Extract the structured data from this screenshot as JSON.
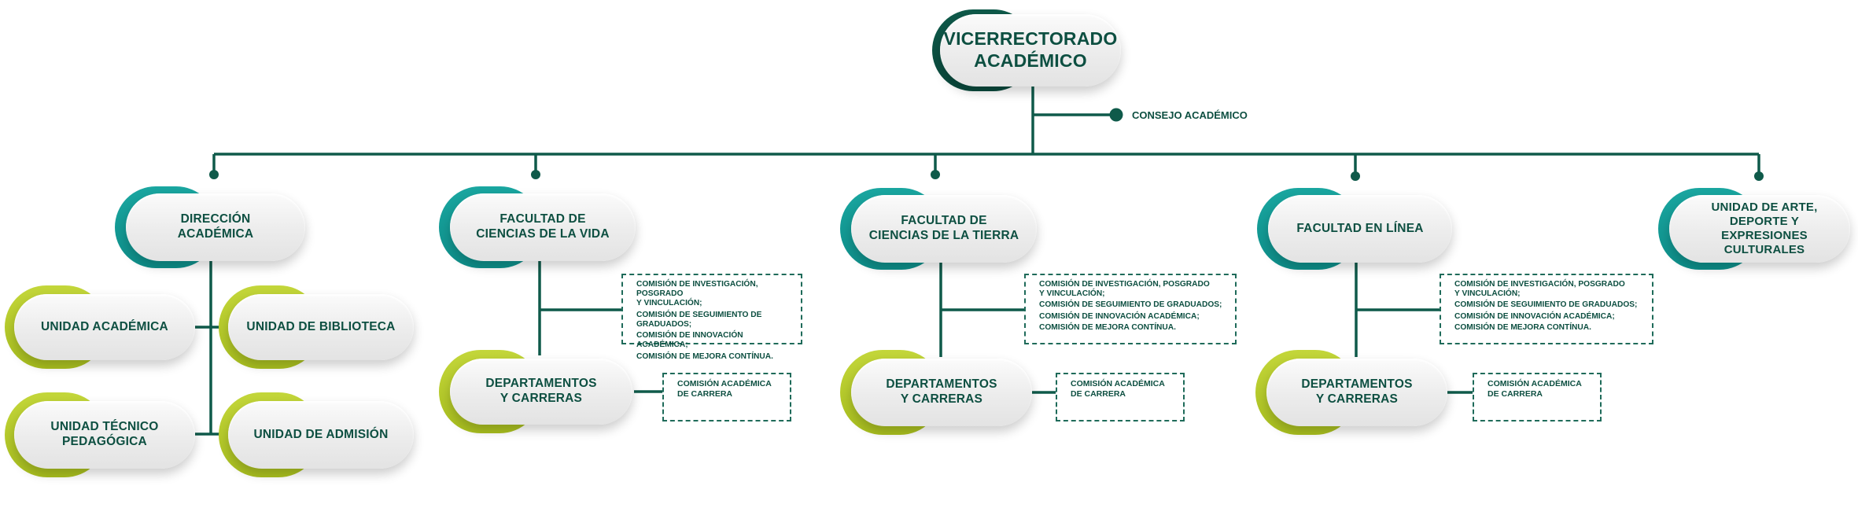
{
  "colors": {
    "line": "#0f5a4a",
    "ring_dark": "#0f5a4a",
    "ring_teal": "#1aa6a0",
    "ring_lime": "#b7cc2b",
    "text": "#0d4f41"
  },
  "top": {
    "title": "VICERRECTORADO\nACADÉMICO",
    "consejo": "CONSEJO ACADÉMICO"
  },
  "branches": {
    "direccion": {
      "title": "DIRECCIÓN\nACADÉMICA",
      "units": {
        "academica": "UNIDAD ACADÉMICA",
        "biblioteca": "UNIDAD DE BIBLIOTECA",
        "tecnico": "UNIDAD TÉCNICO\nPEDAGÓGICA",
        "admision": "UNIDAD DE ADMISIÓN"
      }
    },
    "vida": {
      "title": "FACULTAD DE\nCIENCIAS DE LA VIDA",
      "commissions": [
        "COMISIÓN DE INVESTIGACIÓN, POSGRADO\nY VINCULACIÓN;",
        "COMISIÓN DE SEGUIMIENTO DE GRADUADOS;",
        "COMISIÓN DE INNOVACIÓN ACADÉMICA;",
        "COMISIÓN DE MEJORA CONTÍNUA."
      ],
      "departments": "DEPARTAMENTOS\nY CARRERAS",
      "career_commission": "COMISIÓN ACADÉMICA\nDE CARRERA"
    },
    "tierra": {
      "title": "FACULTAD DE\nCIENCIAS DE LA TIERRA",
      "commissions": [
        "COMISIÓN DE INVESTIGACIÓN, POSGRADO\nY VINCULACIÓN;",
        "COMISIÓN DE SEGUIMIENTO DE GRADUADOS;",
        "COMISIÓN DE INNOVACIÓN ACADÉMICA;",
        "COMISIÓN DE MEJORA CONTÍNUA."
      ],
      "departments": "DEPARTAMENTOS\nY CARRERAS",
      "career_commission": "COMISIÓN ACADÉMICA\nDE CARRERA"
    },
    "linea": {
      "title": "FACULTAD EN LÍNEA",
      "commissions": [
        "COMISIÓN DE INVESTIGACIÓN, POSGRADO\nY VINCULACIÓN;",
        "COMISIÓN DE SEGUIMIENTO DE GRADUADOS;",
        "COMISIÓN DE INNOVACIÓN ACADÉMICA;",
        "COMISIÓN DE MEJORA CONTÍNUA."
      ],
      "departments": "DEPARTAMENTOS\nY CARRERAS",
      "career_commission": "COMISIÓN ACADÉMICA\nDE CARRERA"
    },
    "arte": {
      "title": "UNIDAD DE ARTE,\nDEPORTE Y EXPRESIONES\nCULTURALES"
    }
  }
}
